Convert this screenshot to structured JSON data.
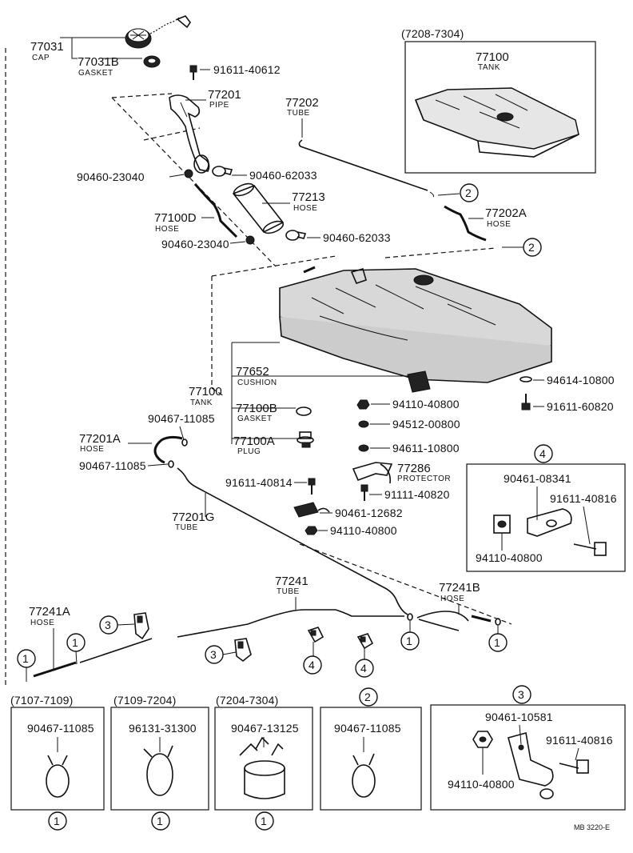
{
  "labels": {
    "cap_num": "77031",
    "cap_name": "CAP",
    "gasket_num": "77031B",
    "gasket_name": "GASKET",
    "bolt_91611_40612": "91611-40612",
    "pipe_num": "77201",
    "pipe_name": "PIPE",
    "clamp_90460_23040_a": "90460-23040",
    "clamp_90460_62033_a": "90460-62033",
    "hose_77213_num": "77213",
    "hose_77213_name": "HOSE",
    "hose_77100d_num": "77100D",
    "hose_77100d_name": "HOSE",
    "clamp_90460_23040_b": "90460-23040",
    "clamp_90460_62033_b": "90460-62033",
    "tube_77202_num": "77202",
    "tube_77202_name": "TUBE",
    "hose_77202a_num": "77202A",
    "hose_77202a_name": "HOSE",
    "inset_range": "(7208-7304)",
    "inset_tank_num": "77100",
    "inset_tank_name": "TANK",
    "tank_num": "77100",
    "tank_name": "TANK",
    "cushion_num": "77652",
    "cushion_name": "CUSHION",
    "gasket2_num": "77100B",
    "gasket2_name": "GASKET",
    "plug_num": "77100A",
    "plug_name": "PLUG",
    "nut_94110_40800_a": "94110-40800",
    "washer_94512_00800": "94512-00800",
    "washer_94611_10800": "94611-10800",
    "washer_94614_10800": "94614-10800",
    "bolt_91611_60820": "91611-60820",
    "protector_num": "77286",
    "protector_name": "PROTECTOR",
    "bolt_91111_40820": "91111-40820",
    "bolt_91611_40814": "91611-40814",
    "clamp_90461_12682": "90461-12682",
    "nut_94110_40800_b": "94110-40800",
    "clip_90467_11085_a": "90467-11085",
    "hose_77201a_num": "77201A",
    "hose_77201a_name": "HOSE",
    "clip_90467_11085_b": "90467-11085",
    "tube_77201g_num": "77201G",
    "tube_77201g_name": "TUBE",
    "tube_77241_num": "77241",
    "tube_77241_name": "TUBE",
    "hose_77241a_num": "77241A",
    "hose_77241a_name": "HOSE",
    "hose_77241b_num": "77241B",
    "hose_77241b_name": "HOSE",
    "box4_clamp": "90461-08341",
    "box4_bolt": "91611-40816",
    "box4_nut": "94110-40800",
    "ref1": "1",
    "ref2": "2",
    "ref3": "3",
    "ref4": "4",
    "range1": "(7107-7109)",
    "range2": "(7109-7204)",
    "range3": "(7204-7304)",
    "bot_clip1": "90467-11085",
    "bot_clip2": "96131-31300",
    "bot_clip3": "90467-13125",
    "bot_clip4": "90467-11085",
    "box3_clamp": "90461-10581",
    "box3_bolt": "91611-40816",
    "box3_nut": "94110-40800",
    "footer_code": "MB 3220-E"
  },
  "icons": [
    "fuel-cap-icon",
    "gasket-ring-icon",
    "filler-pipe-icon",
    "hose-icon",
    "tube-icon",
    "fuel-tank-icon",
    "clip-icon",
    "bolt-icon",
    "nut-icon",
    "washer-icon",
    "clamp-bracket-icon"
  ]
}
